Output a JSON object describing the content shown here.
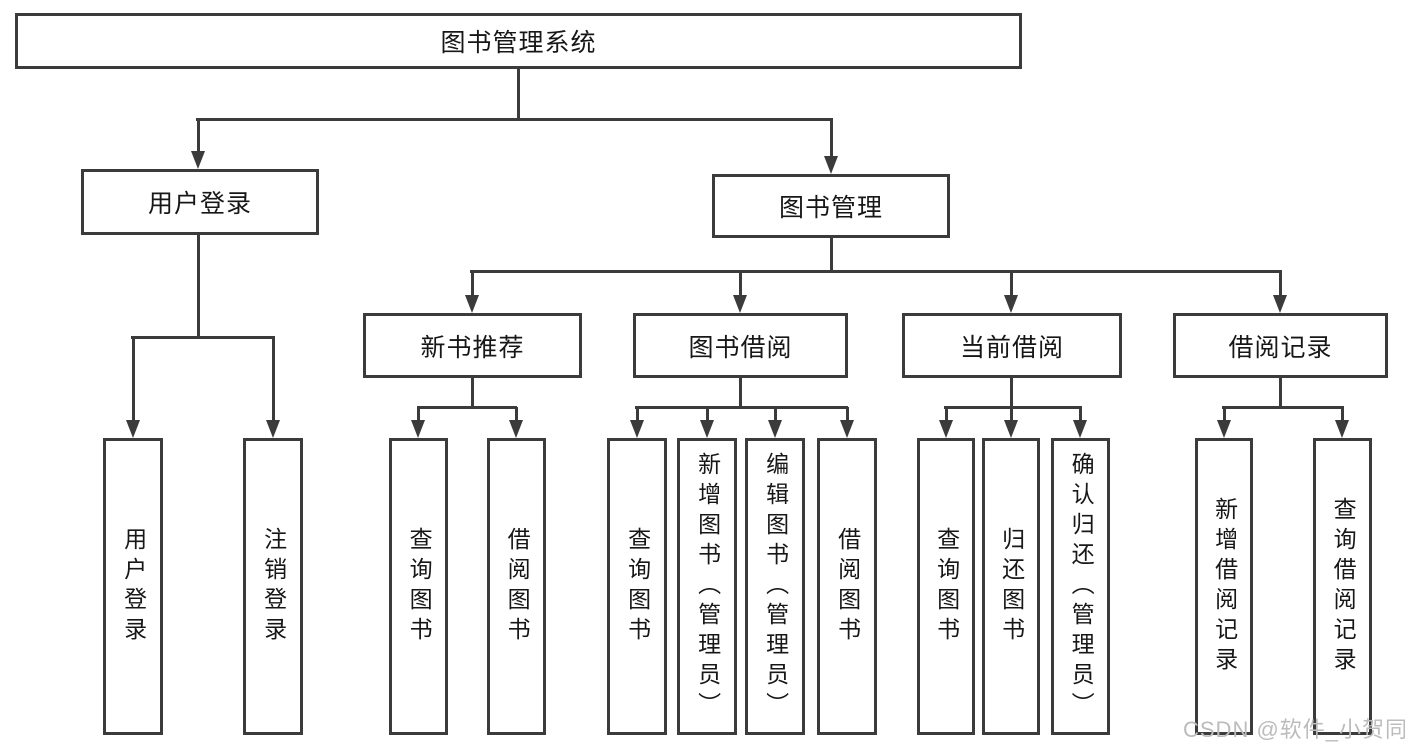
{
  "colors": {
    "line": "#3b3b3b",
    "text": "#171717",
    "watermark": "#bcbcbc",
    "background": "#ffffff"
  },
  "tree": {
    "label": "图书管理系统",
    "children": [
      {
        "label": "用户登录",
        "children": [
          {
            "label": "用户登录"
          },
          {
            "label": "注销登录"
          }
        ]
      },
      {
        "label": "图书管理",
        "children": [
          {
            "label": "新书推荐",
            "children": [
              {
                "label": "查询图书"
              },
              {
                "label": "借阅图书"
              }
            ]
          },
          {
            "label": "图书借阅",
            "children": [
              {
                "label": "查询图书"
              },
              {
                "label": "新增图书（管理员）"
              },
              {
                "label": "编辑图书（管理员）"
              },
              {
                "label": "借阅图书"
              }
            ]
          },
          {
            "label": "当前借阅",
            "children": [
              {
                "label": "查询图书"
              },
              {
                "label": "归还图书"
              },
              {
                "label": "确认归还（管理员）"
              }
            ]
          },
          {
            "label": "借阅记录",
            "children": [
              {
                "label": "新增借阅记录"
              },
              {
                "label": "查询借阅记录"
              }
            ]
          }
        ]
      }
    ]
  },
  "watermark": {
    "text": "CSDN @软件_小贺同学"
  }
}
